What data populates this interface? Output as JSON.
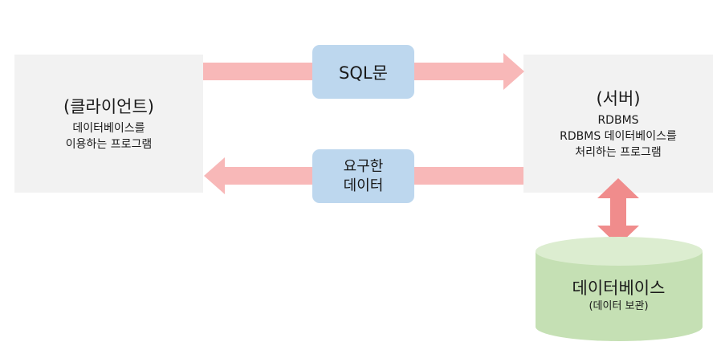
{
  "client": {
    "title": "(클라이언트)",
    "lines": [
      "데이터베이스를",
      "이용하는 프로그램"
    ]
  },
  "server": {
    "title": "(서버)",
    "lines": [
      "RDBMS",
      "RDBMS 데이터베이스를",
      "처리하는 프로그램"
    ]
  },
  "request": {
    "label": "SQL문"
  },
  "response": {
    "lines": [
      "요구한",
      "데이터"
    ]
  },
  "database": {
    "title": "데이터베이스",
    "subtitle": "(데이터 보관)"
  },
  "colors": {
    "box_fill": "#f2f2f2",
    "arrow_fill": "#f8b8b8",
    "double_arrow_fill": "#f08c8c",
    "pill_fill": "#bdd7ee",
    "db_fill": "#c5e0b4",
    "db_top_fill": "#dcedd0"
  }
}
